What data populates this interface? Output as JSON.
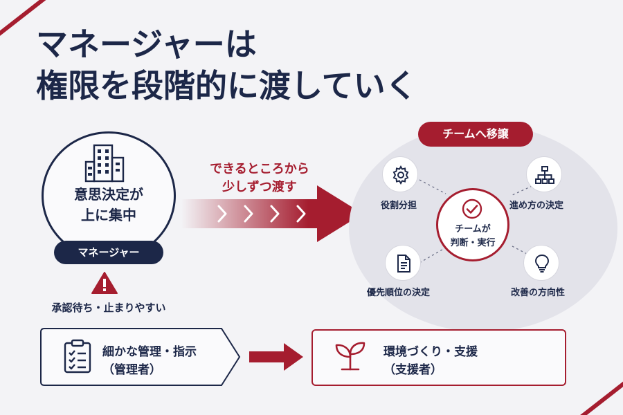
{
  "title": {
    "line1": "マネージャーは",
    "line2": "権限を段階的に渡していく"
  },
  "manager": {
    "text_line1": "意思決定が",
    "text_line2": "上に集中",
    "pill_label": "マネージャー",
    "warning_text": "承認待ち・止まりやすい",
    "icon": "building-icon",
    "warning_icon": "warning-icon"
  },
  "transfer": {
    "label_line1": "できるところから",
    "label_line2": "少しずつ渡す"
  },
  "team": {
    "pill_label": "チームへ移譲",
    "center_line1": "チームが",
    "center_line2": "判断・実行",
    "nodes": [
      {
        "label": "役割分担",
        "icon": "gear-icon"
      },
      {
        "label": "進め方の決定",
        "icon": "hierarchy-icon"
      },
      {
        "label": "優先順位の決定",
        "icon": "document-icon"
      },
      {
        "label": "改善の方向性",
        "icon": "lightbulb-icon"
      }
    ]
  },
  "bottom": {
    "left_line1": "細かな管理・指示",
    "left_line2": "（管理者）",
    "right_line1": "環境づくり・支援",
    "right_line2": "（支援者）"
  },
  "colors": {
    "navy": "#1c2748",
    "crimson": "#a51d2f",
    "background": "#f3f3f6"
  }
}
